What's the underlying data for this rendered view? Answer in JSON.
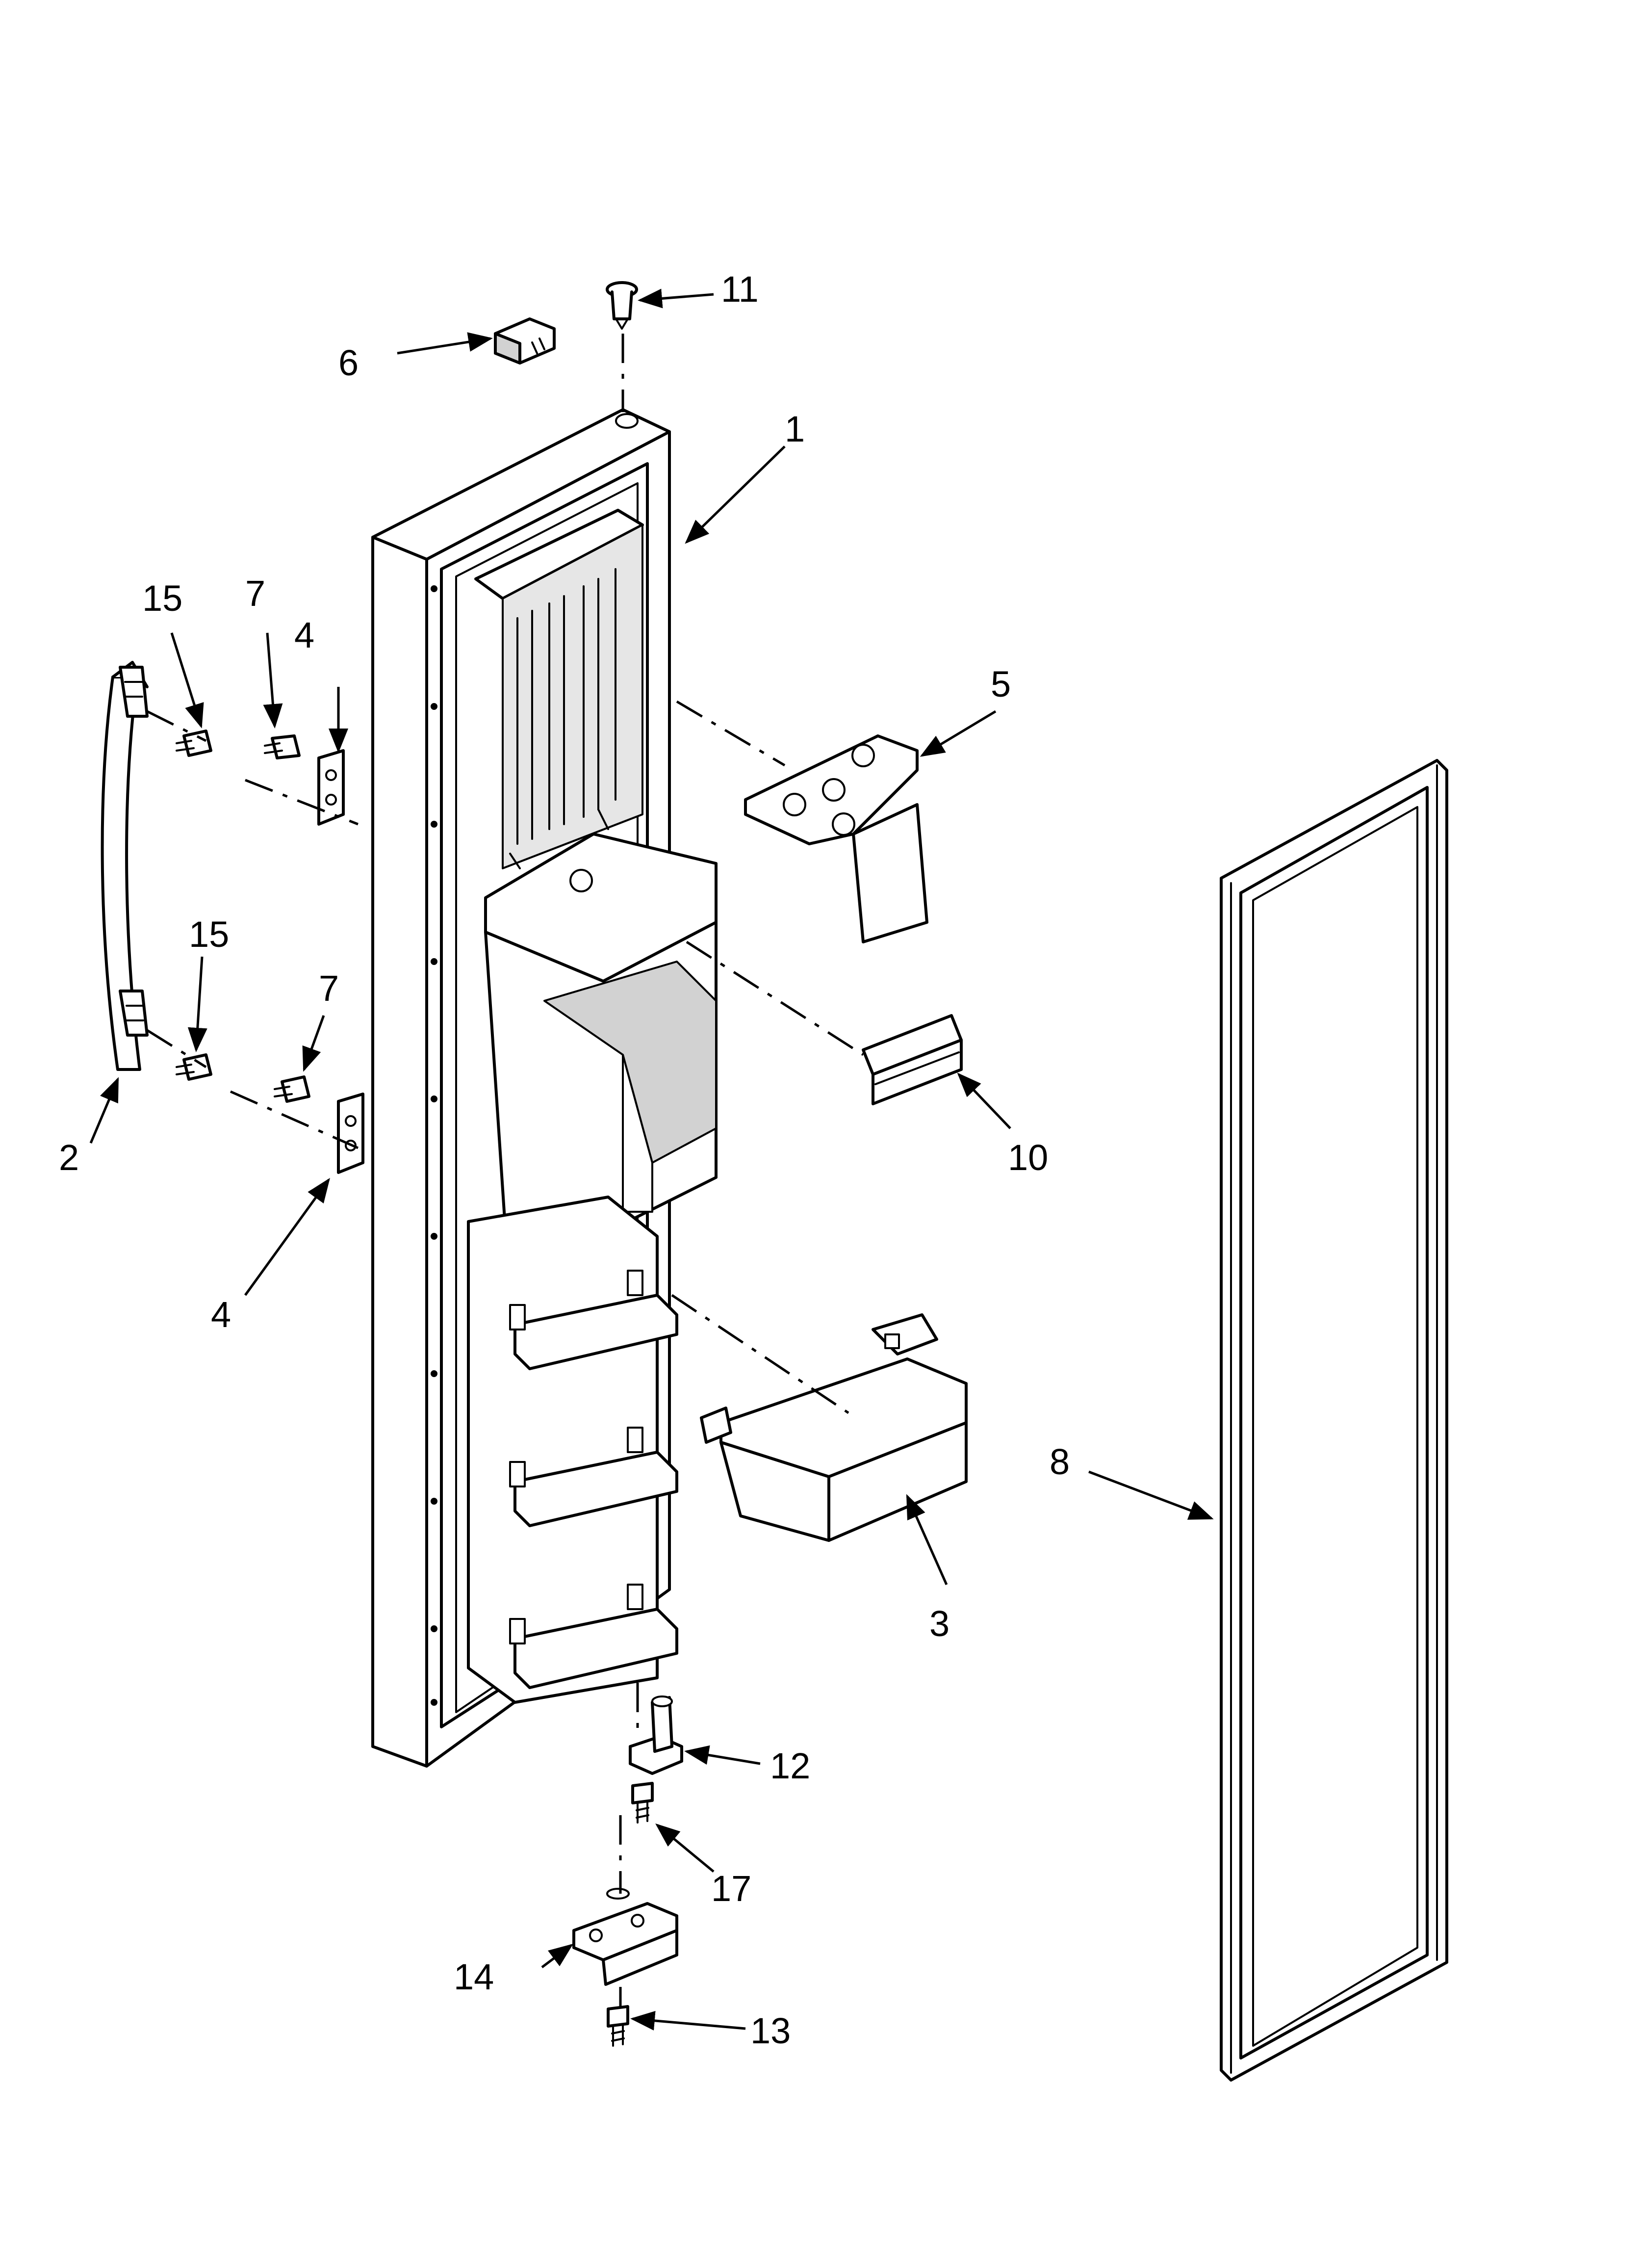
{
  "diagram": {
    "callouts": [
      {
        "id": "c1",
        "label": "1"
      },
      {
        "id": "c2",
        "label": "2"
      },
      {
        "id": "c3",
        "label": "3"
      },
      {
        "id": "c4a",
        "label": "4"
      },
      {
        "id": "c4b",
        "label": "4"
      },
      {
        "id": "c5",
        "label": "5"
      },
      {
        "id": "c6",
        "label": "6"
      },
      {
        "id": "c7a",
        "label": "7"
      },
      {
        "id": "c7b",
        "label": "7"
      },
      {
        "id": "c8",
        "label": "8"
      },
      {
        "id": "c10",
        "label": "10"
      },
      {
        "id": "c11",
        "label": "11"
      },
      {
        "id": "c12",
        "label": "12"
      },
      {
        "id": "c13",
        "label": "13"
      },
      {
        "id": "c14",
        "label": "14"
      },
      {
        "id": "c15a",
        "label": "15"
      },
      {
        "id": "c15b",
        "label": "15"
      },
      {
        "id": "c17",
        "label": "17"
      }
    ]
  }
}
